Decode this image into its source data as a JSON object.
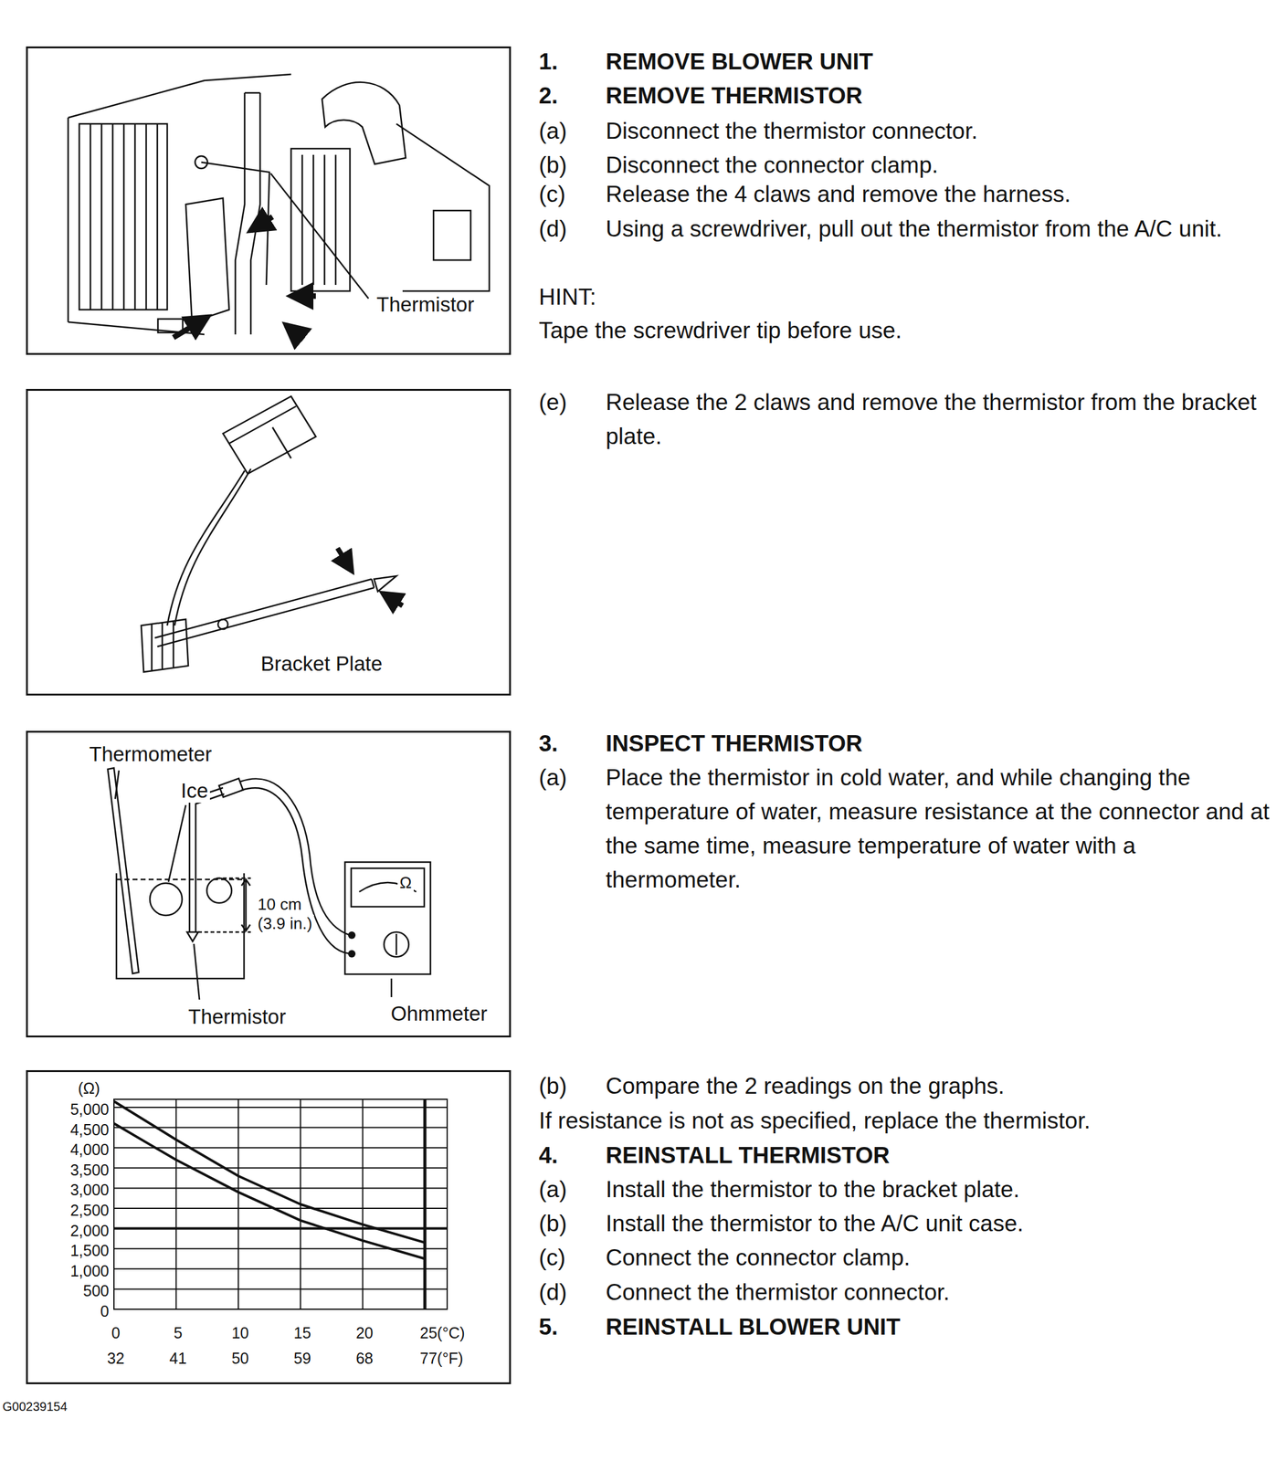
{
  "diagram": {
    "nodes": [
      {
        "text": [
          "Thermistor"
        ]
      },
      {
        "text": [
          "Bracket Plate"
        ]
      },
      {
        "text": [
          "Thermometer",
          "Ice",
          "10 cm",
          "(3.9 in.)",
          "Thermistor",
          "Ohmmeter",
          "Ω"
        ]
      },
      {
        "text": [
          "(Ω)",
          "5,000",
          "4,500",
          "4,000",
          "3,500",
          "3,000",
          "2,500",
          "2,000",
          "1,500",
          "1,000",
          "500",
          "0",
          "0",
          "5",
          "10",
          "15",
          "20",
          "25(°C)",
          "32",
          "41",
          "50",
          "59",
          "68",
          "77(°F)"
        ]
      }
    ],
    "labels": [
      "1.",
      "REMOVE BLOWER UNIT",
      "2.",
      "REMOVE THERMISTOR",
      "(a)",
      "Disconnect the thermistor connector.",
      "(b)",
      "Disconnect the connector clamp.",
      "(c)",
      "Release the 4 claws and remove the harness.",
      "(d)",
      "Using a screwdriver, pull out the thermistor from the A/C unit.",
      "HINT:",
      "Tape the screwdriver tip before use.",
      "(e)",
      "Release the 2 claws and remove the thermistor from the bracket plate.",
      "3.",
      "INSPECT THERMISTOR",
      "(a)",
      "Place the thermistor in cold water, and while changing the temperature of water, measure resistance at the connector and at the same time, measure temperature of water with a thermometer.",
      "(b)",
      "Compare the 2 readings on the graphs.",
      "If resistance is not as specified, replace the thermistor.",
      "4.",
      "REINSTALL THERMISTOR",
      "(a)",
      "Install the thermistor to the bracket plate.",
      "(b)",
      "Install the thermistor to the A/C unit case.",
      "(c)",
      "Connect the connector clamp.",
      "(d)",
      "Connect the thermistor connector.",
      "5.",
      "REINSTALL BLOWER UNIT",
      "G00239154"
    ]
  }
}
